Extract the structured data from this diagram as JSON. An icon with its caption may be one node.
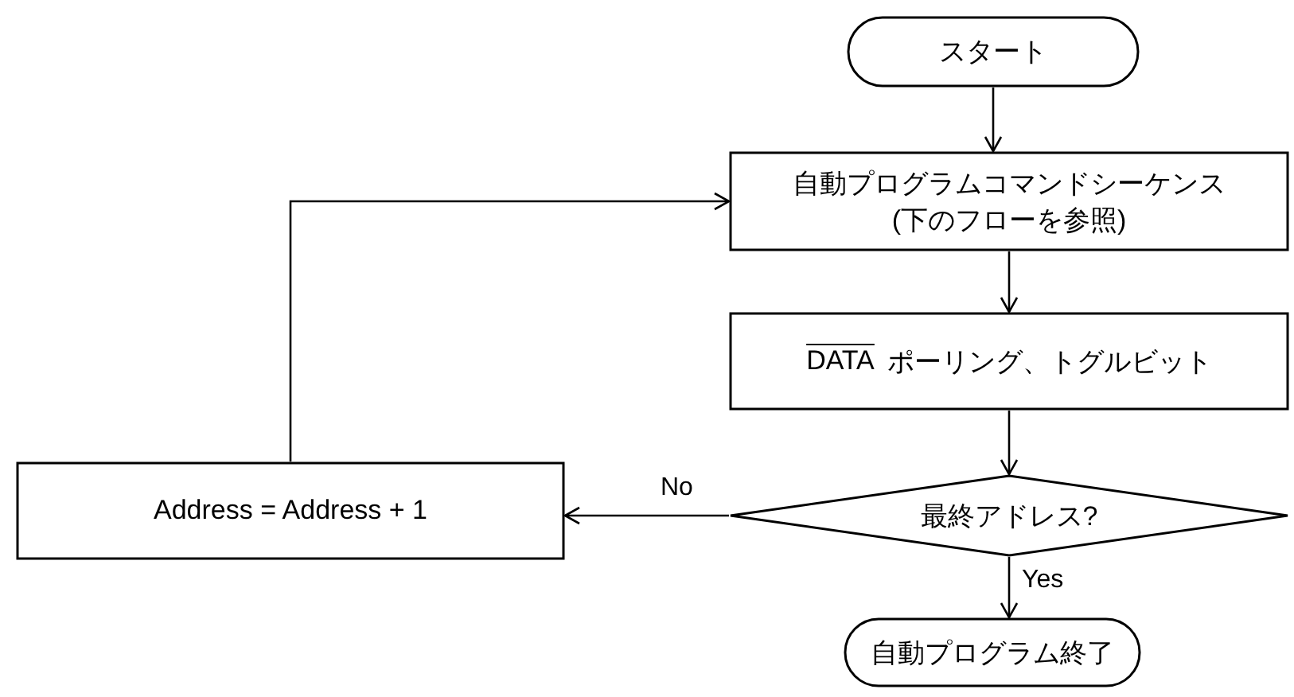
{
  "diagram": {
    "nodes": [
      {
        "text": [
          "スタート"
        ]
      },
      {
        "text": [
          "自動プログラムコマンドシーケンス",
          "(下のフローを参照)"
        ]
      },
      {
        "text": [
          "DATA",
          "ポーリング、トグルビット"
        ]
      },
      {
        "text": [
          "最終アドレス?"
        ]
      },
      {
        "text": [
          "Address = Address + 1"
        ]
      },
      {
        "text": [
          "自動プログラム終了"
        ]
      }
    ],
    "edges": [
      {
        "from": 0,
        "to": 1,
        "arrow": "to"
      },
      {
        "from": 1,
        "to": 2,
        "arrow": "to"
      },
      {
        "from": 2,
        "to": 3,
        "arrow": "to"
      },
      {
        "from": 3,
        "to": 4,
        "arrow": "to",
        "label": "No"
      },
      {
        "from": 3,
        "to": 5,
        "arrow": "to",
        "label": "Yes"
      },
      {
        "from": 4,
        "to": 1,
        "arrow": "to"
      }
    ]
  }
}
